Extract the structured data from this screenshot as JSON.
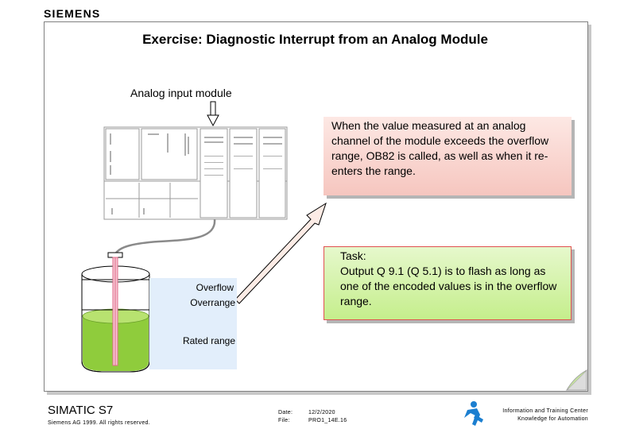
{
  "header": {
    "brand": "SIEMENS"
  },
  "slide": {
    "title": "Exercise: Diagnostic Interrupt from an Analog Module",
    "module_label": "Analog input module",
    "callout_info": "When the value measured at an analog channel of the module exceeds the overflow range, OB82 is called, as well as when it re-enters the range.",
    "task_heading": "Task:",
    "task_text": "Output Q 9.1 (Q 5.1) is to flash as long as one of the encoded values is in the overflow range.",
    "labels": {
      "overflow": "Overflow",
      "overrange": "Overrange",
      "rated": "Rated range"
    }
  },
  "footer": {
    "product": "SIMATIC S7",
    "copyright": "Siemens AG 1999. All rights reserved.",
    "date_label": "Date:",
    "date_value": "12/2/2020",
    "file_label": "File:",
    "file_value": "PRO1_14E.16",
    "center_line1": "Information and Training Center",
    "center_line2": "Knowledge for Automation"
  },
  "colors": {
    "liquid": "#8fcc3c",
    "accent_red": "#e05050",
    "range_box": "#e2eefb",
    "sensor": "#e06a8a"
  }
}
